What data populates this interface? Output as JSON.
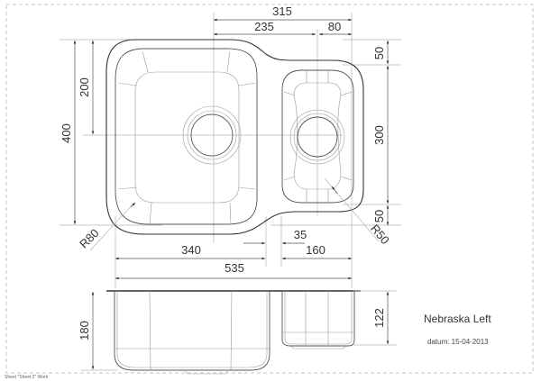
{
  "drawing": {
    "title": "Nebraska Left",
    "date_label": "datum: 15-04-2013",
    "sheet_label": "Sheet \"Sheet 2\" Work",
    "colors": {
      "line": "#333333",
      "dimension": "#555555",
      "extension": "#b5b5b5",
      "border": "#c4c4c4"
    }
  },
  "top_view": {
    "dimensions": {
      "overall_width_top": "315",
      "main_to_small_center": "235",
      "small_center_to_edge": "80",
      "overall_depth": "400",
      "main_center_from_top": "200",
      "small_top_margin": "50",
      "small_basin_depth": "300",
      "small_bottom_margin": "50",
      "main_basin_width": "340",
      "gap_between": "35",
      "small_basin_width": "160",
      "overall_width": "535",
      "radius_main": "R80",
      "radius_small": "R50"
    }
  },
  "side_view": {
    "dimensions": {
      "main_basin_height": "180",
      "small_basin_height": "122"
    }
  }
}
